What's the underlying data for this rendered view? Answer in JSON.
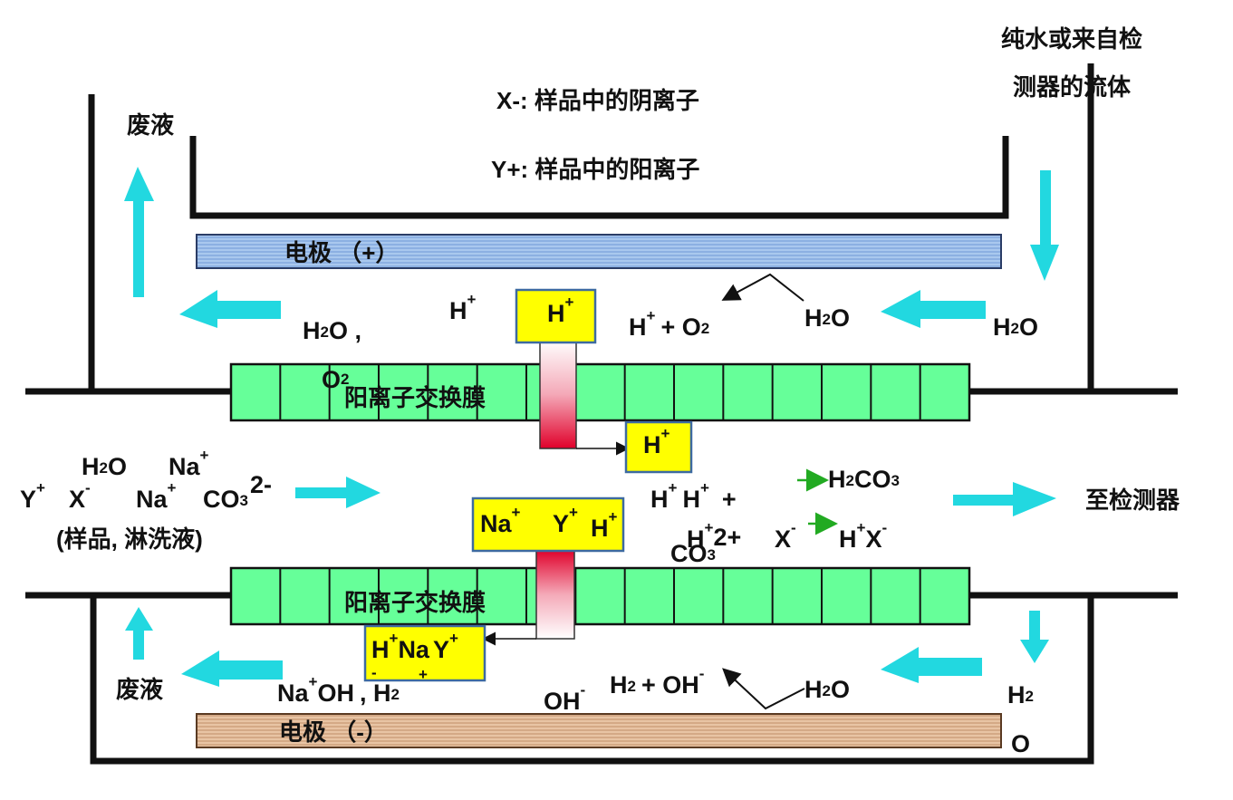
{
  "colors": {
    "membrane": "#66ff99",
    "arrow": "#22d8e0",
    "ion_box": "#ffff00",
    "anode": "#a9c8ee",
    "cathode": "#e8c4a4",
    "green_arrow": "#22aa22"
  },
  "legend": {
    "x_ion": "X-: 样品中的阴离子",
    "y_ion": "Y+: 样品中的阳离子"
  },
  "top": {
    "waste": "废液",
    "inlet_line1": "纯水或来自检",
    "inlet_line2": "测器的流体",
    "electrode": "电极 （+）",
    "h2o_right": "H",
    "h2o_right_sub": "2",
    "h2o_right_o": "O",
    "h2o_mid": "H",
    "h2o_mid_sub": "2",
    "h2o_mid_o": "O",
    "hplus_o2_h": "H",
    "hplus_o2_plus": "+",
    "hplus_o2_and": "+ O",
    "hplus_o2_sub": "2",
    "free_h": "H",
    "free_h_plus": "+",
    "left_h2o_h": "H",
    "left_h2o_sub": "2",
    "left_h2o_o": "O ,",
    "left_o2": "O",
    "left_o2_sub": "2",
    "box_h": "H",
    "box_h_plus": "+",
    "membrane": "阳离子交换膜"
  },
  "middle": {
    "sample_h2o": "H",
    "sample_h2o_sub": "2",
    "sample_h2o_o": "O",
    "sample_na": "Na",
    "sample_na_plus": "+",
    "sample_y": "Y",
    "sample_y_plus": "+",
    "sample_x": "X",
    "sample_x_minus": "-",
    "sample_na2": "Na",
    "sample_na2_plus": "+",
    "sample_co3": "CO",
    "sample_co3_sub": "3",
    "sample_co3_charge": "2-",
    "sample_note": "(样品, 淋洗液)",
    "box_h": "H",
    "box_h_plus": "+",
    "r1_h1": "H",
    "r1_h1_plus": "+",
    "r1_h2": "H",
    "r1_h2_plus": "+",
    "r1_plus": "+",
    "r2_h": "H",
    "r2_h_plus": "+",
    "r2_2plus": "2+",
    "r2_x": "X",
    "r2_x_minus": "-",
    "co3": "CO",
    "co3_sub": "3",
    "prod1": "H",
    "prod1_sub": "2",
    "prod1_co": "CO",
    "prod1_sub2": "3",
    "prod2_h": "H",
    "prod2_h_plus": "+",
    "prod2_x": "X",
    "prod2_x_minus": "-",
    "to_detector": "至检测器",
    "box2_na": "Na",
    "box2_na_plus": "+",
    "box2_y": "Y",
    "box2_y_plus": "+",
    "box2_h": "H",
    "box2_h_plus": "+"
  },
  "bottom": {
    "membrane": "阳离子交换膜",
    "waste": "废液",
    "electrode": "电极 （-）",
    "box_h": "H",
    "box_h_plus": "+",
    "box_na": "Na",
    "box_y": "Y",
    "box_y_plus": "+",
    "box_sub1": "-",
    "box_sub2": "+",
    "left_na": "Na",
    "left_na_plus": "+",
    "left_oh": "OH",
    "left_comma_h": ", H",
    "left_h_sub": "2",
    "oh": "OH",
    "oh_minus": "-",
    "h2_oh_h": "H",
    "h2_oh_sub": "2",
    "h2_oh_plus": "+ OH",
    "h2_oh_minus": "-",
    "h2o_h": "H",
    "h2o_sub": "2",
    "h2o_o": "O",
    "right_h": "H",
    "right_h_sub": "2",
    "right_o": "O"
  }
}
